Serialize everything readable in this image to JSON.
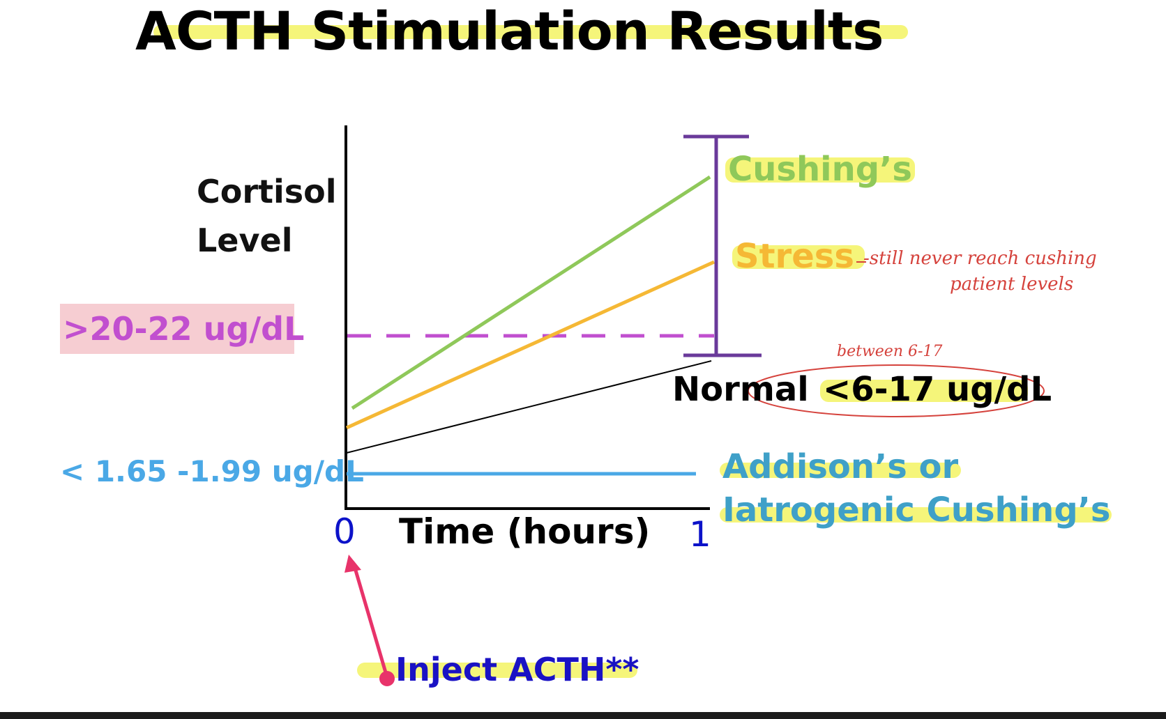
{
  "title": "ACTH Stimulation Results",
  "y_axis_label_line1": "Cortisol",
  "y_axis_label_line2": "Level",
  "x_axis_label": "Time (hours)",
  "x_tick_start": "0",
  "x_tick_end": "1",
  "threshold_high_label": ">20-22 ug/dL",
  "threshold_low_label": "< 1.65 -1.99 ug/dL",
  "curves": {
    "cushings": "Cushing’s",
    "stress": "Stress",
    "normal": "Normal",
    "normal_range": "<6-17 ug/dL",
    "addisons_line1": "Addison’s or",
    "addisons_line2": "Iatrogenic Cushing’s"
  },
  "annotation_inject": "Inject ACTH**",
  "handwritten_notes": {
    "stress_note_line1": "-still never reach cushing",
    "stress_note_line2": "patient levels",
    "normal_note": "between 6-17"
  },
  "colors": {
    "cushings": "#8fc85a",
    "stress": "#f5b835",
    "normal": "#000000",
    "addisons": "#4aa8e6",
    "threshold_dashed": "#c14fcf",
    "bracket": "#6a3a9a",
    "highlight": "#f5f57a",
    "arrow": "#e8336a",
    "handwriting": "#d5423c",
    "tick_labels": "#0c12c9"
  },
  "icons": {
    "bracket": "range-bracket-icon",
    "arrow": "arrow-up-icon"
  }
}
